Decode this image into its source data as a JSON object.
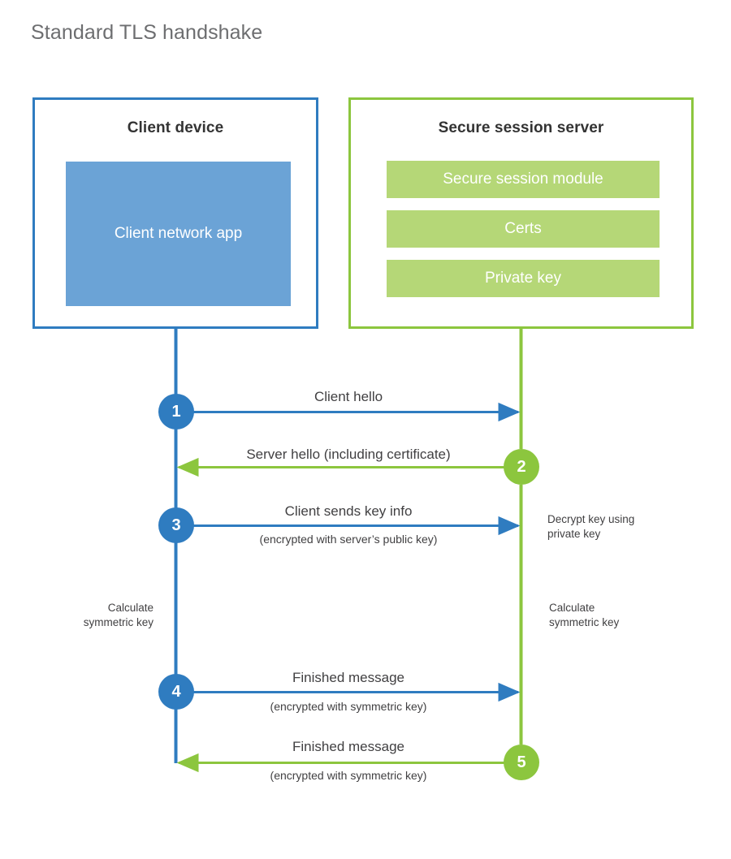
{
  "title": "Standard TLS handshake",
  "colors": {
    "client_blue": "#2f7cc0",
    "client_app_fill": "#6ba3d6",
    "server_green": "#8cc63e",
    "server_bar_fill": "#b5d777",
    "title_gray": "#6d6e70",
    "text_gray": "#414042",
    "heading_gray": "#333333",
    "background": "#ffffff"
  },
  "client": {
    "title": "Client device",
    "app_label": "Client network app"
  },
  "server": {
    "title": "Secure session server",
    "components": [
      {
        "label": "Secure session module"
      },
      {
        "label": "Certs"
      },
      {
        "label": "Private key"
      }
    ]
  },
  "steps": [
    {
      "number": "1",
      "origin": "client",
      "direction": "client-to-server",
      "label": "Client hello",
      "sub_label": ""
    },
    {
      "number": "2",
      "origin": "server",
      "direction": "server-to-client",
      "label": "Server hello (including certificate)",
      "sub_label": ""
    },
    {
      "number": "3",
      "origin": "client",
      "direction": "client-to-server",
      "label": "Client sends key info",
      "sub_label": "(encrypted with server’s public key)"
    },
    {
      "number": "4",
      "origin": "client",
      "direction": "client-to-server",
      "label": "Finished message",
      "sub_label": "(encrypted with symmetric key)"
    },
    {
      "number": "5",
      "origin": "server",
      "direction": "server-to-client",
      "label": "Finished message",
      "sub_label": "(encrypted with symmetric key)"
    }
  ],
  "annotations": {
    "decrypt_note": "Decrypt key using\nprivate key",
    "decrypt_note_line1": "Decrypt key using",
    "decrypt_note_line2": "private key",
    "client_calc_line1": "Calculate",
    "client_calc_line2": "symmetric key",
    "server_calc_line1": "Calculate",
    "server_calc_line2": "symmetric key"
  }
}
